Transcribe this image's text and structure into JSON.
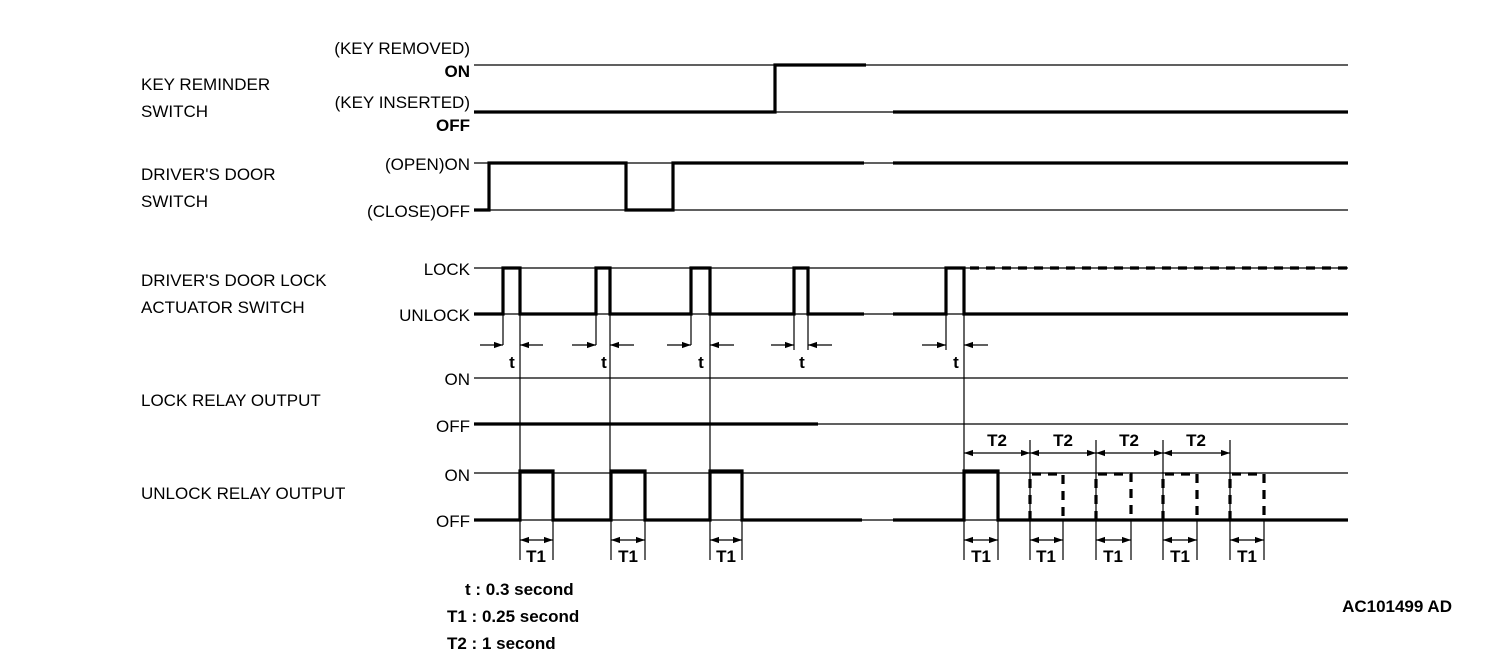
{
  "signals": {
    "key_reminder": {
      "label_line1": "KEY REMINDER",
      "label_line2": "SWITCH",
      "state_top": "(KEY REMOVED)",
      "level_on": "ON",
      "state_bottom": "(KEY INSERTED)",
      "level_off": "OFF"
    },
    "door_switch": {
      "label_line1": "DRIVER'S DOOR",
      "label_line2": "SWITCH",
      "level_on": "(OPEN)ON",
      "level_off": "(CLOSE)OFF"
    },
    "lock_actuator": {
      "label_line1": "DRIVER'S DOOR LOCK",
      "label_line2": "ACTUATOR SWITCH",
      "level_on": "LOCK",
      "level_off": "UNLOCK"
    },
    "lock_relay": {
      "label": "LOCK RELAY OUTPUT",
      "level_on": "ON",
      "level_off": "OFF"
    },
    "unlock_relay": {
      "label": "UNLOCK RELAY OUTPUT",
      "level_on": "ON",
      "level_off": "OFF"
    }
  },
  "dimensions": {
    "t": "t",
    "T1": "T1",
    "T2": "T2"
  },
  "legend": [
    {
      "line": "t : 0.3 second"
    },
    {
      "line": "T1 : 0.25 second"
    },
    {
      "line": "T2 : 1 second"
    }
  ],
  "reference": "AC101499 AD"
}
